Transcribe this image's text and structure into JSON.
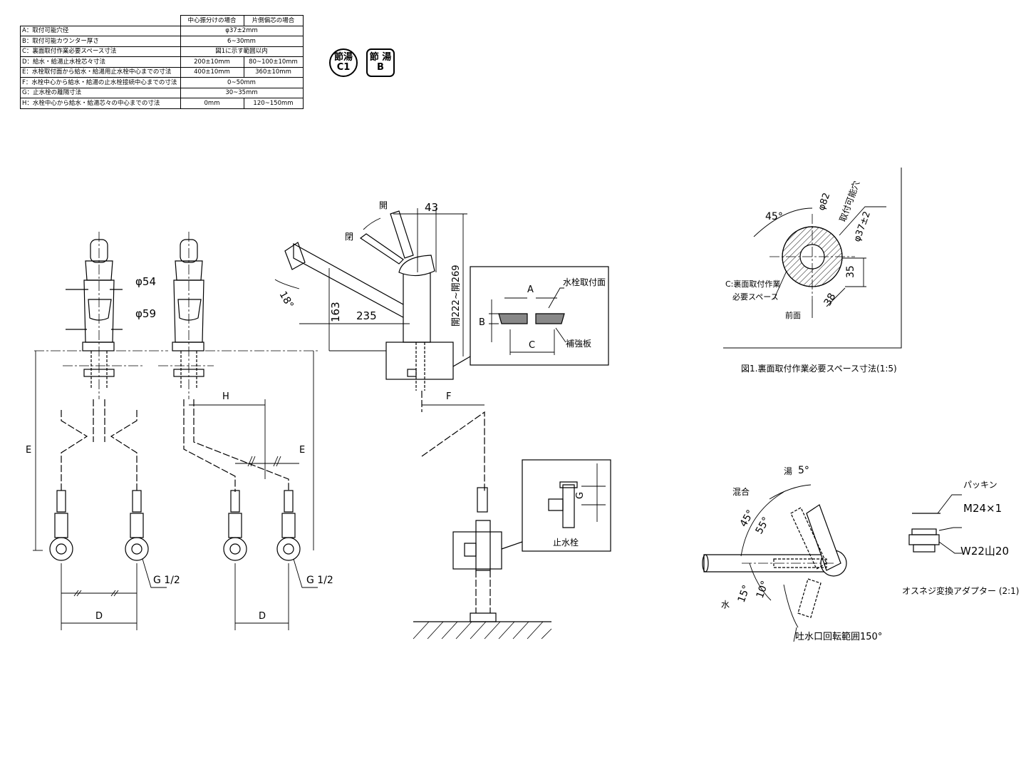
{
  "table": {
    "header": [
      "",
      "中心振分けの場合",
      "片側偏芯の場合"
    ],
    "rows": [
      {
        "label": "A：取付可能穴径",
        "cells": [
          "φ37±2mm"
        ]
      },
      {
        "label": "B：取付可能カウンター厚さ",
        "cells": [
          "6~30mm"
        ]
      },
      {
        "label": "C：裏面取付作業必要スペース寸法",
        "cells": [
          "図1に示す範囲以内"
        ]
      },
      {
        "label": "D：給水・給湯止水栓芯々寸法",
        "cells": [
          "200±10mm",
          "80~100±10mm"
        ]
      },
      {
        "label": "E：水栓取付面から給水・給湯用止水栓中心までの寸法",
        "cells": [
          "400±10mm",
          "360±10mm"
        ]
      },
      {
        "label": "F：水栓中心から給水・給湯の止水栓接続中心までの寸法",
        "cells": [
          "0~50mm"
        ]
      },
      {
        "label": "G：止水栓の離隔寸法",
        "cells": [
          "30~35mm"
        ]
      },
      {
        "label": "H：水栓中心から給水・給湯芯々の中心までの寸法",
        "cells": [
          "0mm",
          "120~150mm"
        ]
      }
    ]
  },
  "badges": [
    {
      "top": "節湯",
      "bottom": "C1"
    },
    {
      "top": "節 湯",
      "bottom": "B"
    }
  ],
  "front_view": {
    "dia1": "φ54",
    "dia2": "φ59",
    "thread": "G 1/2",
    "dim_e": "E",
    "dim_d": "D"
  },
  "side_offset_view": {
    "dim_h": "H",
    "dim_e": "E",
    "thread": "G 1/2",
    "dim_d": "D"
  },
  "side_view": {
    "open1": "開",
    "open2": "閉",
    "angle": "18°",
    "dim43": "43",
    "dim163": "163",
    "dim235": "235",
    "height": "開222~開269",
    "dim_f": "F"
  },
  "mount_detail": {
    "surface": "水栓取付面",
    "a": "A",
    "b": "B",
    "c": "C",
    "plate": "補強板"
  },
  "valve_detail": {
    "g": "G",
    "label": "止水栓"
  },
  "fig1": {
    "angle": "45°",
    "dia82": "φ82",
    "hole": "取付可能穴",
    "dia37": "φ37±2",
    "space1": "C:裏面取付作業",
    "space2": "必要スペース",
    "d35": "35",
    "d38": "38",
    "front": "前面",
    "caption": "図1.裏面取付作業必要スペース寸法(1:5)"
  },
  "rotation": {
    "hot": "湯",
    "hot_angle": "5°",
    "mix": "混合",
    "a45": "45°",
    "a55": "55°",
    "water": "水",
    "a15": "15°",
    "a10": "10°",
    "range": "吐水口回転範囲150°"
  },
  "adapter": {
    "packing": "パッキン",
    "m24": "M24×1",
    "w22": "W22山20",
    "caption": "オスネジ変換アダプター (2:1)"
  }
}
